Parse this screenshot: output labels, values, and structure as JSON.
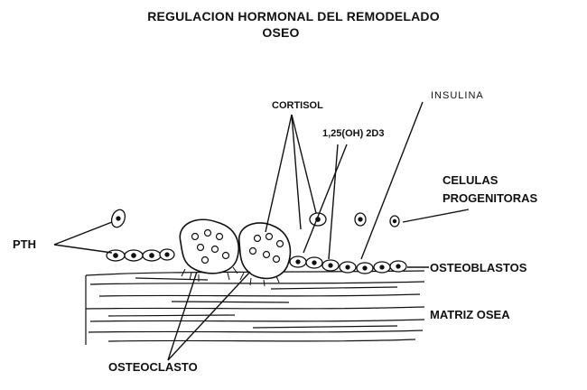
{
  "title_line1": "REGULACION HORMONAL DEL REMODELADO",
  "title_line2": "OSEO",
  "labels": {
    "cortisol": "CORTISOL",
    "insulina": "INSULINA",
    "vitd": "1,25(OH) 2D3",
    "celulas_progenitoras_1": "CELULAS",
    "celulas_progenitoras_2": "PROGENITORAS",
    "pth": "PTH",
    "osteoblastos": "OSTEOBLASTOS",
    "matriz_osea": "MATRIZ OSEA",
    "osteoclasto": "OSTEOCLASTO"
  }
}
